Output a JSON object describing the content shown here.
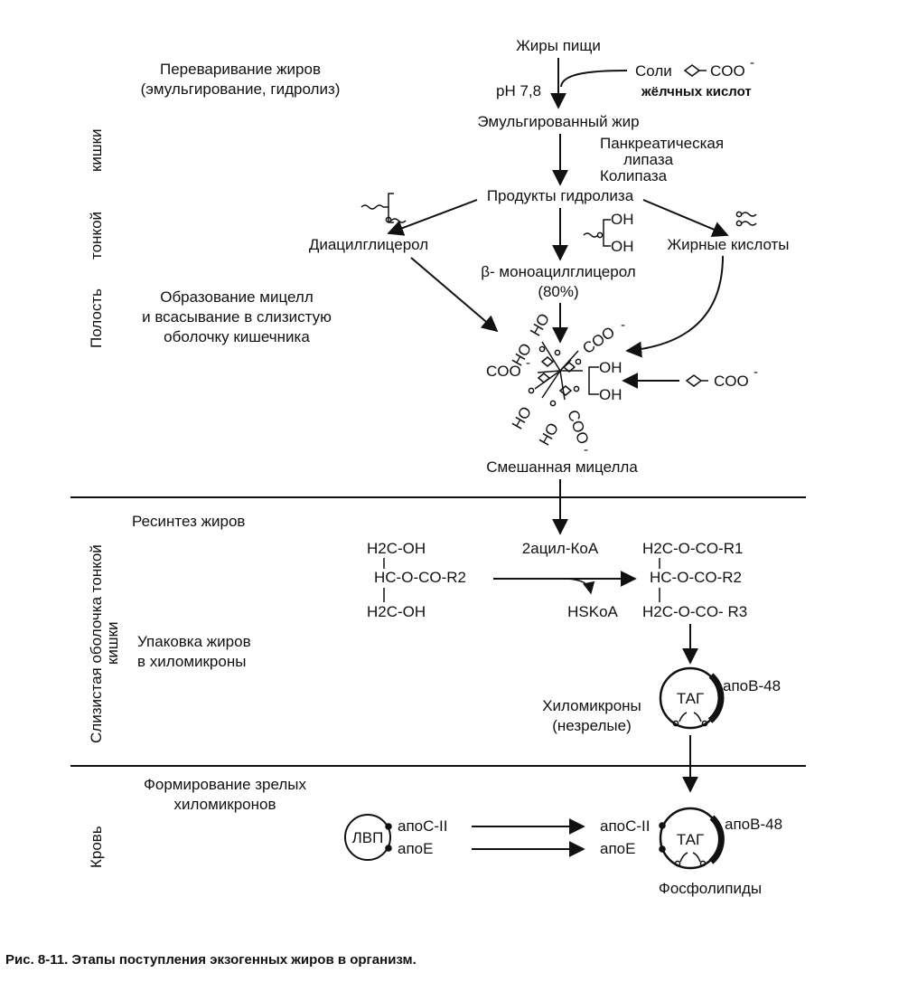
{
  "sections": {
    "digestion_title": [
      "Переваривание жиров",
      "(эмульгирование, гидролиз)"
    ],
    "micelle_title": [
      "Образование мицелл",
      "и всасывание в слизистую",
      "оболочку кишечника"
    ],
    "resynthesis_title": "Ресинтез жиров",
    "packaging_title": [
      "Упаковка жиров",
      "в хиломикроны"
    ],
    "maturation_title": [
      "Формирование зрелых",
      "хиломикронов"
    ]
  },
  "side_labels": {
    "cavity_1": "Полость",
    "cavity_2": "тонкой",
    "cavity_3": "кишки",
    "mucosa_1": "Слизистая оболочка тонкой",
    "mucosa_2": "кишки",
    "blood": "Кровь"
  },
  "flow": {
    "dietary_fats": "Жиры пищи",
    "ph": "pH 7,8",
    "bile_salts": "Соли",
    "bile_salts_coo": "COO",
    "bile_acids": "жёлчных кислот",
    "emulsified": "Эмульгированный жир",
    "enzymes": [
      "Панкреатическая",
      "липаза",
      "Колипаза"
    ],
    "hydrolysis_products": "Продукты гидролиза",
    "diacylglycerol": "Диацилглицерол",
    "oh": "OH",
    "monoacylglycerol": [
      "β- моноацилглицерол",
      "(80%)"
    ],
    "fatty_acids": "Жирные кислоты",
    "micelle_ho": "HO",
    "micelle_coo": "COO",
    "bile_coo_right": "COO",
    "mixed_micelle": "Смешанная мицелла"
  },
  "resynthesis": {
    "mag_lines": [
      "H2C-OH",
      "HC-O-CO-R2",
      "H2C-OH"
    ],
    "acyl_coa": "2ацил-КоА",
    "hskoa": "HSKoA",
    "tag_lines": [
      "H2C-O-CO-R1",
      "HC-O-CO-R2",
      "H2C-O-CO- R3"
    ]
  },
  "chylomicrons": {
    "tag": "ТАГ",
    "apob48": "апоВ-48",
    "immature": [
      "Хиломикроны",
      "(незрелые)"
    ],
    "hdl": "ЛВП",
    "apoc2": "апоС-II",
    "apoe": "апоЕ",
    "phospholipids": "Фосфолипиды"
  },
  "caption": "Рис. 8-11. Этапы поступления экзогенных жиров в организм."
}
